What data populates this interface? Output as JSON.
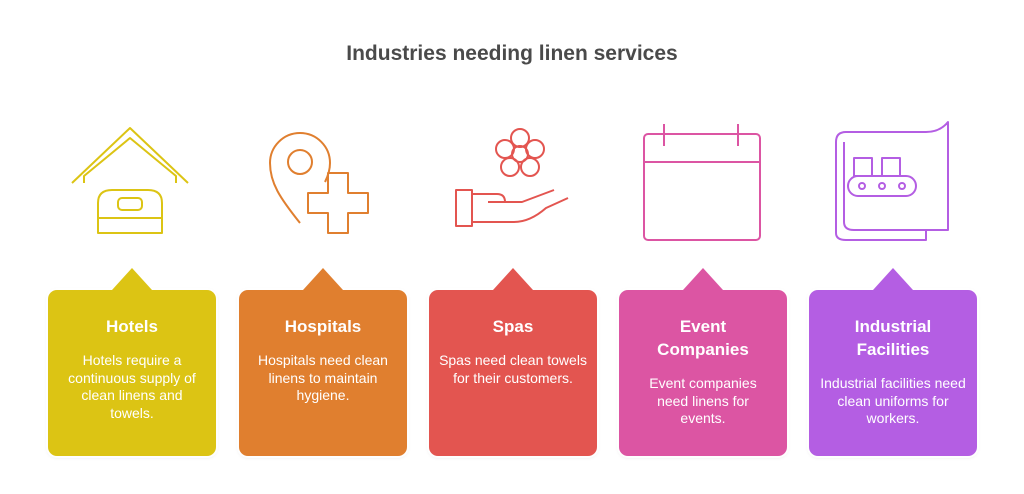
{
  "title": "Industries needing linen services",
  "items": [
    {
      "title": "Hotels",
      "description": "Hotels require a continuous supply of clean linens and towels.",
      "color": "#dcc414",
      "icon": "hotel-bed-icon"
    },
    {
      "title": "Hospitals",
      "description": "Hospitals need clean linens to maintain hygiene.",
      "color": "#e07f2f",
      "icon": "hospital-location-icon"
    },
    {
      "title": "Spas",
      "description": "Spas need clean towels for their customers.",
      "color": "#e35550",
      "icon": "flower-hand-icon"
    },
    {
      "title": "Event Companies",
      "description": "Event companies need linens for events.",
      "color": "#dc55a3",
      "icon": "calendar-icon"
    },
    {
      "title": "Industrial Facilities",
      "description": "Industrial facilities need clean uniforms for workers.",
      "color": "#b45ee3",
      "icon": "conveyor-belt-icon"
    }
  ]
}
